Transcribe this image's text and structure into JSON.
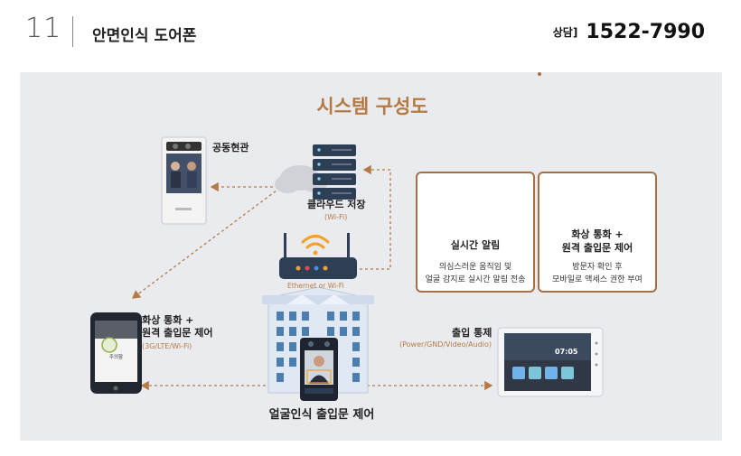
{
  "header": {
    "page_number": "11",
    "title": "안면인식 도어폰",
    "contact_label": "상담]",
    "contact_phone": "1522-7990"
  },
  "diagram": {
    "title": "시스템 구성도",
    "entrance_label": "공동현관",
    "cloud_label": "클라우드 저장",
    "cloud_sub": "(Wi-Fi)",
    "router_label": "Ethernet or Wi-Fi",
    "mobile_label_line1": "화상 통화 +",
    "mobile_label_line2": "원격 출입문 제어",
    "mobile_sub": "(3G/LTE/Wi-Fi)",
    "mobile_screen_text": "주의함",
    "access_label": "출입 통제",
    "access_sub": "(Power/GND/Video/Audio)",
    "monitor_time": "07:05",
    "face_label": "얼굴인식 출입문 제어",
    "alert_card": {
      "title": "실시간 알림",
      "desc_line1": "의심스러운 움직임 및",
      "desc_line2": "얼굴 감지로 실시간 알림 전송"
    },
    "remote_card": {
      "title_line1": "화상 통화 +",
      "title_line2": "원격 출입문 제어",
      "desc_line1": "방문자 확인 후",
      "desc_line2": "모바일로 액세스 권한 부여"
    }
  },
  "colors": {
    "accent": "#b47a45",
    "panel_bg": "#eaebef",
    "server": "#2d3e55",
    "building": "#dfe8f3"
  }
}
